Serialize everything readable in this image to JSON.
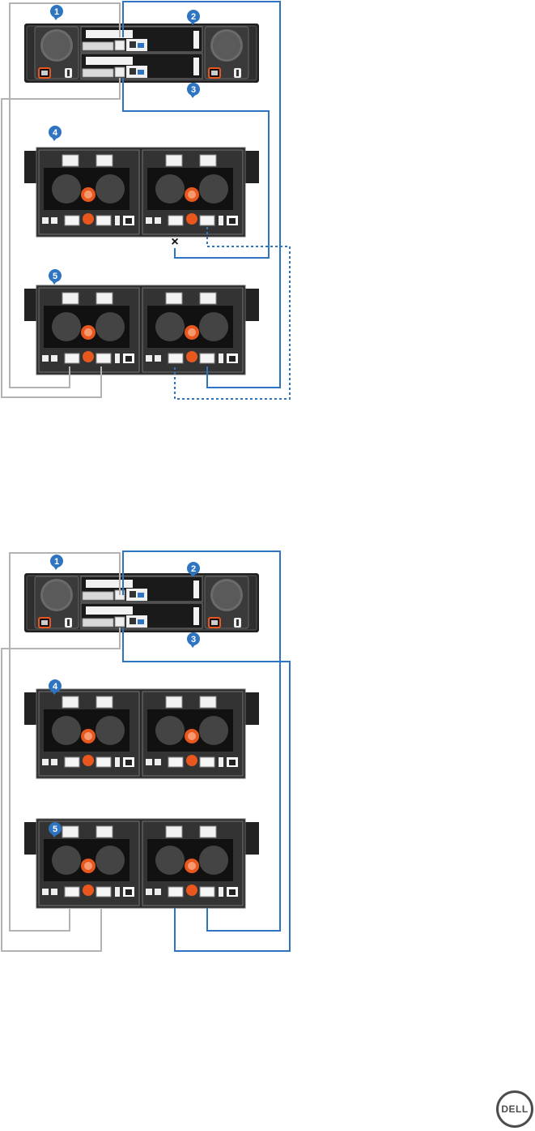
{
  "colors": {
    "sas_cable": "#2f74c0",
    "management_cable": "#b3b3b3",
    "chassis_dark": "#2b2b2b",
    "chassis_mid": "#4a4a4a",
    "fan_accent": "#e8571e",
    "callout": "#2f74c0",
    "logo": "#4d4d4d"
  },
  "diagrams": [
    {
      "id": "failed-path",
      "callouts": [
        {
          "number": "1",
          "target": "controller-module-top"
        },
        {
          "number": "2",
          "target": "controller-module-top"
        },
        {
          "number": "3",
          "target": "controller-module-bottom"
        },
        {
          "number": "4",
          "target": "expansion-enclosure-1"
        },
        {
          "number": "5",
          "target": "expansion-enclosure-2"
        }
      ],
      "failure_marker": "×"
    },
    {
      "id": "restored-path",
      "callouts": [
        {
          "number": "1",
          "target": "controller-module-top"
        },
        {
          "number": "2",
          "target": "controller-module-top"
        },
        {
          "number": "3",
          "target": "controller-module-bottom"
        },
        {
          "number": "4",
          "target": "expansion-enclosure-1"
        },
        {
          "number": "5",
          "target": "expansion-enclosure-2"
        }
      ]
    }
  ],
  "logo": {
    "text": "DELL",
    "icon": "dell-logo-icon"
  }
}
